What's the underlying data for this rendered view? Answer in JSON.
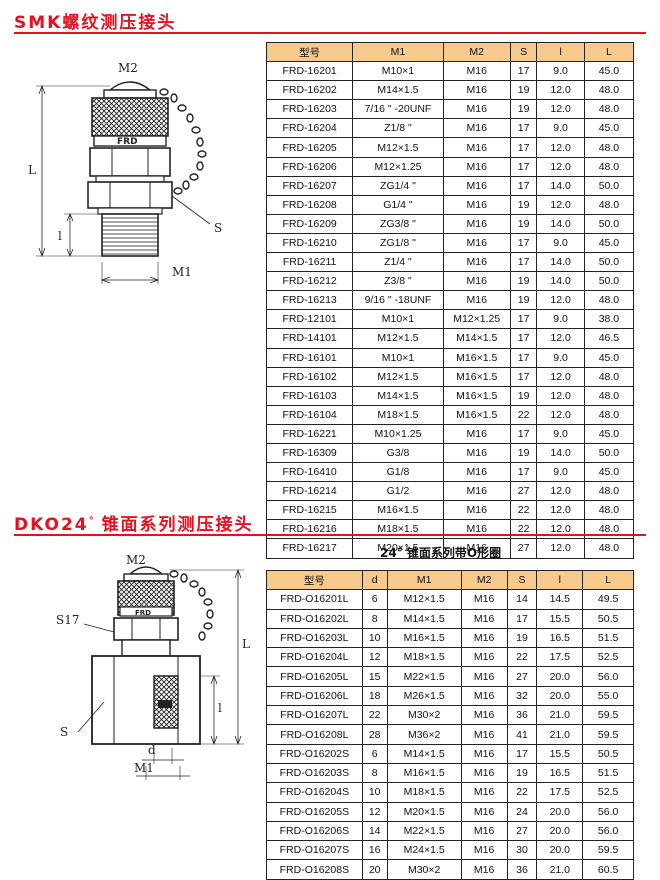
{
  "section1": {
    "title": "SMK螺纹测压接头",
    "columns": [
      "型号",
      "M1",
      "M2",
      "S",
      "l",
      "L"
    ],
    "rows": [
      [
        "FRD-16201",
        "M10×1",
        "M16",
        "17",
        "9.0",
        "45.0"
      ],
      [
        "FRD-16202",
        "M14×1.5",
        "M16",
        "19",
        "12.0",
        "48.0"
      ],
      [
        "FRD-16203",
        "7/16 \" -20UNF",
        "M16",
        "19",
        "12.0",
        "48.0"
      ],
      [
        "FRD-16204",
        "Z1/8 \"",
        "M16",
        "17",
        "9.0",
        "45.0"
      ],
      [
        "FRD-16205",
        "M12×1.5",
        "M16",
        "17",
        "12.0",
        "48.0"
      ],
      [
        "FRD-16206",
        "M12×1.25",
        "M16",
        "17",
        "12.0",
        "48.0"
      ],
      [
        "FRD-16207",
        "ZG1/4 \"",
        "M16",
        "17",
        "14.0",
        "50.0"
      ],
      [
        "FRD-16208",
        "G1/4 \"",
        "M16",
        "19",
        "12.0",
        "48.0"
      ],
      [
        "FRD-16209",
        "ZG3/8 \"",
        "M16",
        "19",
        "14.0",
        "50.0"
      ],
      [
        "FRD-16210",
        "ZG1/8 \"",
        "M16",
        "17",
        "9.0",
        "45.0"
      ],
      [
        "FRD-16211",
        "Z1/4 \"",
        "M16",
        "17",
        "14.0",
        "50.0"
      ],
      [
        "FRD-16212",
        "Z3/8 \"",
        "M16",
        "19",
        "14.0",
        "50.0"
      ],
      [
        "FRD-16213",
        "9/16 \" -18UNF",
        "M16",
        "19",
        "12.0",
        "48.0"
      ],
      [
        "FRD-12101",
        "M10×1",
        "M12×1.25",
        "17",
        "9.0",
        "38.0"
      ],
      [
        "FRD-14101",
        "M12×1.5",
        "M14×1.5",
        "17",
        "12.0",
        "46.5"
      ],
      [
        "FRD-16101",
        "M10×1",
        "M16×1.5",
        "17",
        "9.0",
        "45.0"
      ],
      [
        "FRD-16102",
        "M12×1.5",
        "M16×1.5",
        "17",
        "12.0",
        "48.0"
      ],
      [
        "FRD-16103",
        "M14×1.5",
        "M16×1.5",
        "19",
        "12.0",
        "48.0"
      ],
      [
        "FRD-16104",
        "M18×1.5",
        "M16×1.5",
        "22",
        "12.0",
        "48.0"
      ],
      [
        "FRD-16221",
        "M10×1.25",
        "M16",
        "17",
        "9.0",
        "45.0"
      ],
      [
        "FRD-16309",
        "G3/8",
        "M16",
        "19",
        "14.0",
        "50.0"
      ],
      [
        "FRD-16410",
        "G1/8",
        "M16",
        "17",
        "9.0",
        "45.0"
      ],
      [
        "FRD-16214",
        "G1/2",
        "M16",
        "27",
        "12.0",
        "48.0"
      ],
      [
        "FRD-16215",
        "M16×1.5",
        "M16",
        "22",
        "12.0",
        "48.0"
      ],
      [
        "FRD-16216",
        "M18×1.5",
        "M16",
        "22",
        "12.0",
        "48.0"
      ],
      [
        "FRD-16217",
        "M20×1.5",
        "M16",
        "27",
        "12.0",
        "48.0"
      ]
    ]
  },
  "section2": {
    "title": "DKO24",
    "title_degree": "°",
    "title_suffix": "锥面系列测压接头",
    "subtitle": "24°  锥面系列带O形圈",
    "columns": [
      "型号",
      "d",
      "M1",
      "M2",
      "S",
      "l",
      "L"
    ],
    "rows": [
      [
        "FRD-O16201L",
        "6",
        "M12×1.5",
        "M16",
        "14",
        "14.5",
        "49.5"
      ],
      [
        "FRD-O16202L",
        "8",
        "M14×1.5",
        "M16",
        "17",
        "15.5",
        "50.5"
      ],
      [
        "FRD-O16203L",
        "10",
        "M16×1.5",
        "M16",
        "19",
        "16.5",
        "51.5"
      ],
      [
        "FRD-O16204L",
        "12",
        "M18×1.5",
        "M16",
        "22",
        "17.5",
        "52.5"
      ],
      [
        "FRD-O16205L",
        "15",
        "M22×1.5",
        "M16",
        "27",
        "20.0",
        "56.0"
      ],
      [
        "FRD-O16206L",
        "18",
        "M26×1.5",
        "M16",
        "32",
        "20.0",
        "55.0"
      ],
      [
        "FRD-O16207L",
        "22",
        "M30×2",
        "M16",
        "36",
        "21.0",
        "59.5"
      ],
      [
        "FRD-O16208L",
        "28",
        "M36×2",
        "M16",
        "41",
        "21.0",
        "59.5"
      ],
      [
        "FRD-O16202S",
        "6",
        "M14×1.5",
        "M16",
        "17",
        "15.5",
        "50.5"
      ],
      [
        "FRD-O16203S",
        "8",
        "M16×1.5",
        "M16",
        "19",
        "16.5",
        "51.5"
      ],
      [
        "FRD-O16204S",
        "10",
        "M18×1.5",
        "M16",
        "22",
        "17.5",
        "52.5"
      ],
      [
        "FRD-O16205S",
        "12",
        "M20×1.5",
        "M16",
        "24",
        "20.0",
        "56.0"
      ],
      [
        "FRD-O16206S",
        "14",
        "M22×1.5",
        "M16",
        "27",
        "20.0",
        "56.0"
      ],
      [
        "FRD-O16207S",
        "16",
        "M24×1.5",
        "M16",
        "30",
        "20.0",
        "59.5"
      ],
      [
        "FRD-O16208S",
        "20",
        "M30×2",
        "M16",
        "36",
        "21.0",
        "60.5"
      ]
    ]
  },
  "drawing1": {
    "m2": "M2",
    "l_big": "L",
    "l_small": "l",
    "s": "S",
    "m1": "M1",
    "brand": "FRD"
  },
  "drawing2": {
    "m2": "M2",
    "s17": "S17",
    "s": "S",
    "l_big": "L",
    "l_small": "l",
    "d": "d",
    "m1": "M1",
    "brand": "FRD"
  }
}
